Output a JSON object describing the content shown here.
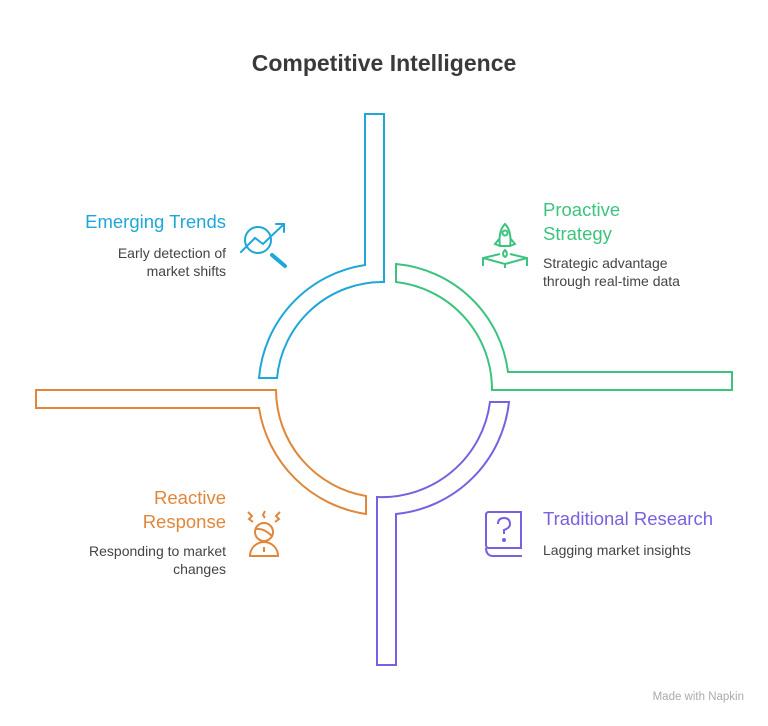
{
  "title": "Competitive Intelligence",
  "colors": {
    "blue": "#1ea7d8",
    "green": "#3cc47f",
    "orange": "#e0873a",
    "purple": "#7a5fe0"
  },
  "items": [
    {
      "title": "Emerging Trends",
      "desc1": "Early detection of",
      "desc2": "market shifts",
      "icon": "trend-search-icon"
    },
    {
      "title1": "Proactive",
      "title2": "Strategy",
      "desc1": "Strategic advantage",
      "desc2": "through real-time data",
      "icon": "rocket-launch-icon"
    },
    {
      "title1": "Reactive",
      "title2": "Response",
      "desc1": "Responding to market",
      "desc2": "changes",
      "icon": "stressed-person-icon"
    },
    {
      "title": "Traditional Research",
      "desc1": "Lagging market insights",
      "icon": "question-book-icon"
    }
  ],
  "watermark": "Made with Napkin"
}
